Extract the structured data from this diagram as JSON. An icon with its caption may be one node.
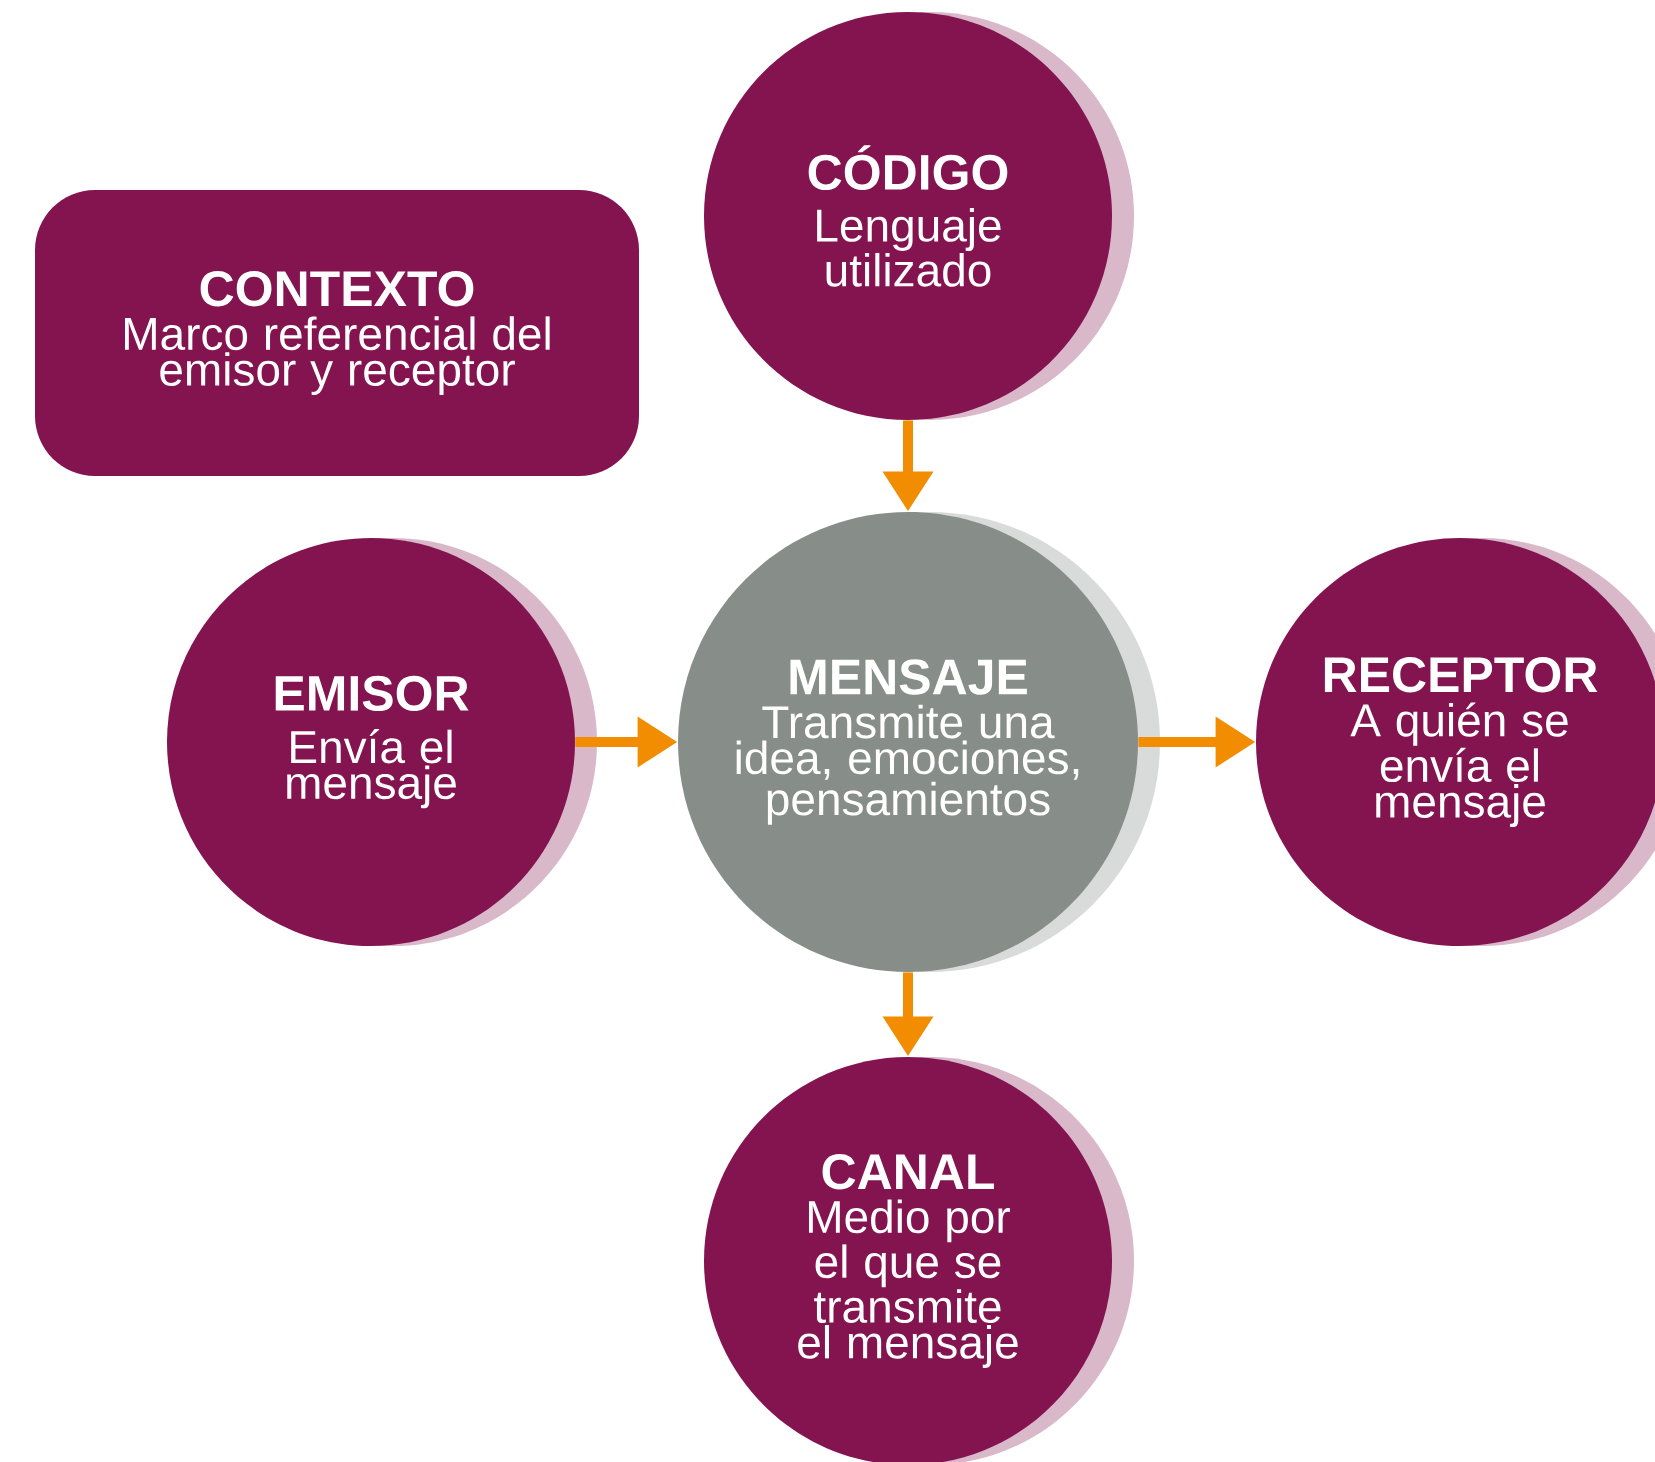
{
  "diagram": {
    "nodes": [
      {
        "text": [
          "CÓDIGO",
          "Lenguaje utilizado"
        ]
      },
      {
        "text": [
          "CONTEXTO",
          "Marco referencial del emisor y receptor"
        ]
      },
      {
        "text": [
          "EMISOR",
          "Envía el mensaje"
        ]
      },
      {
        "text": [
          "MENSAJE",
          "Transmite una idea, emociones, pensamientos"
        ]
      },
      {
        "text": [
          "RECEPTOR",
          "A quién se envía el mensaje"
        ]
      },
      {
        "text": [
          "CANAL",
          "Medio por el que se transmite el mensaje"
        ]
      }
    ],
    "edges": [
      {
        "from": 0,
        "to": 3,
        "arrow": "to"
      },
      {
        "from": 2,
        "to": 3,
        "arrow": "to"
      },
      {
        "from": 3,
        "to": 4,
        "arrow": "to"
      },
      {
        "from": 3,
        "to": 5,
        "arrow": "to"
      }
    ]
  }
}
